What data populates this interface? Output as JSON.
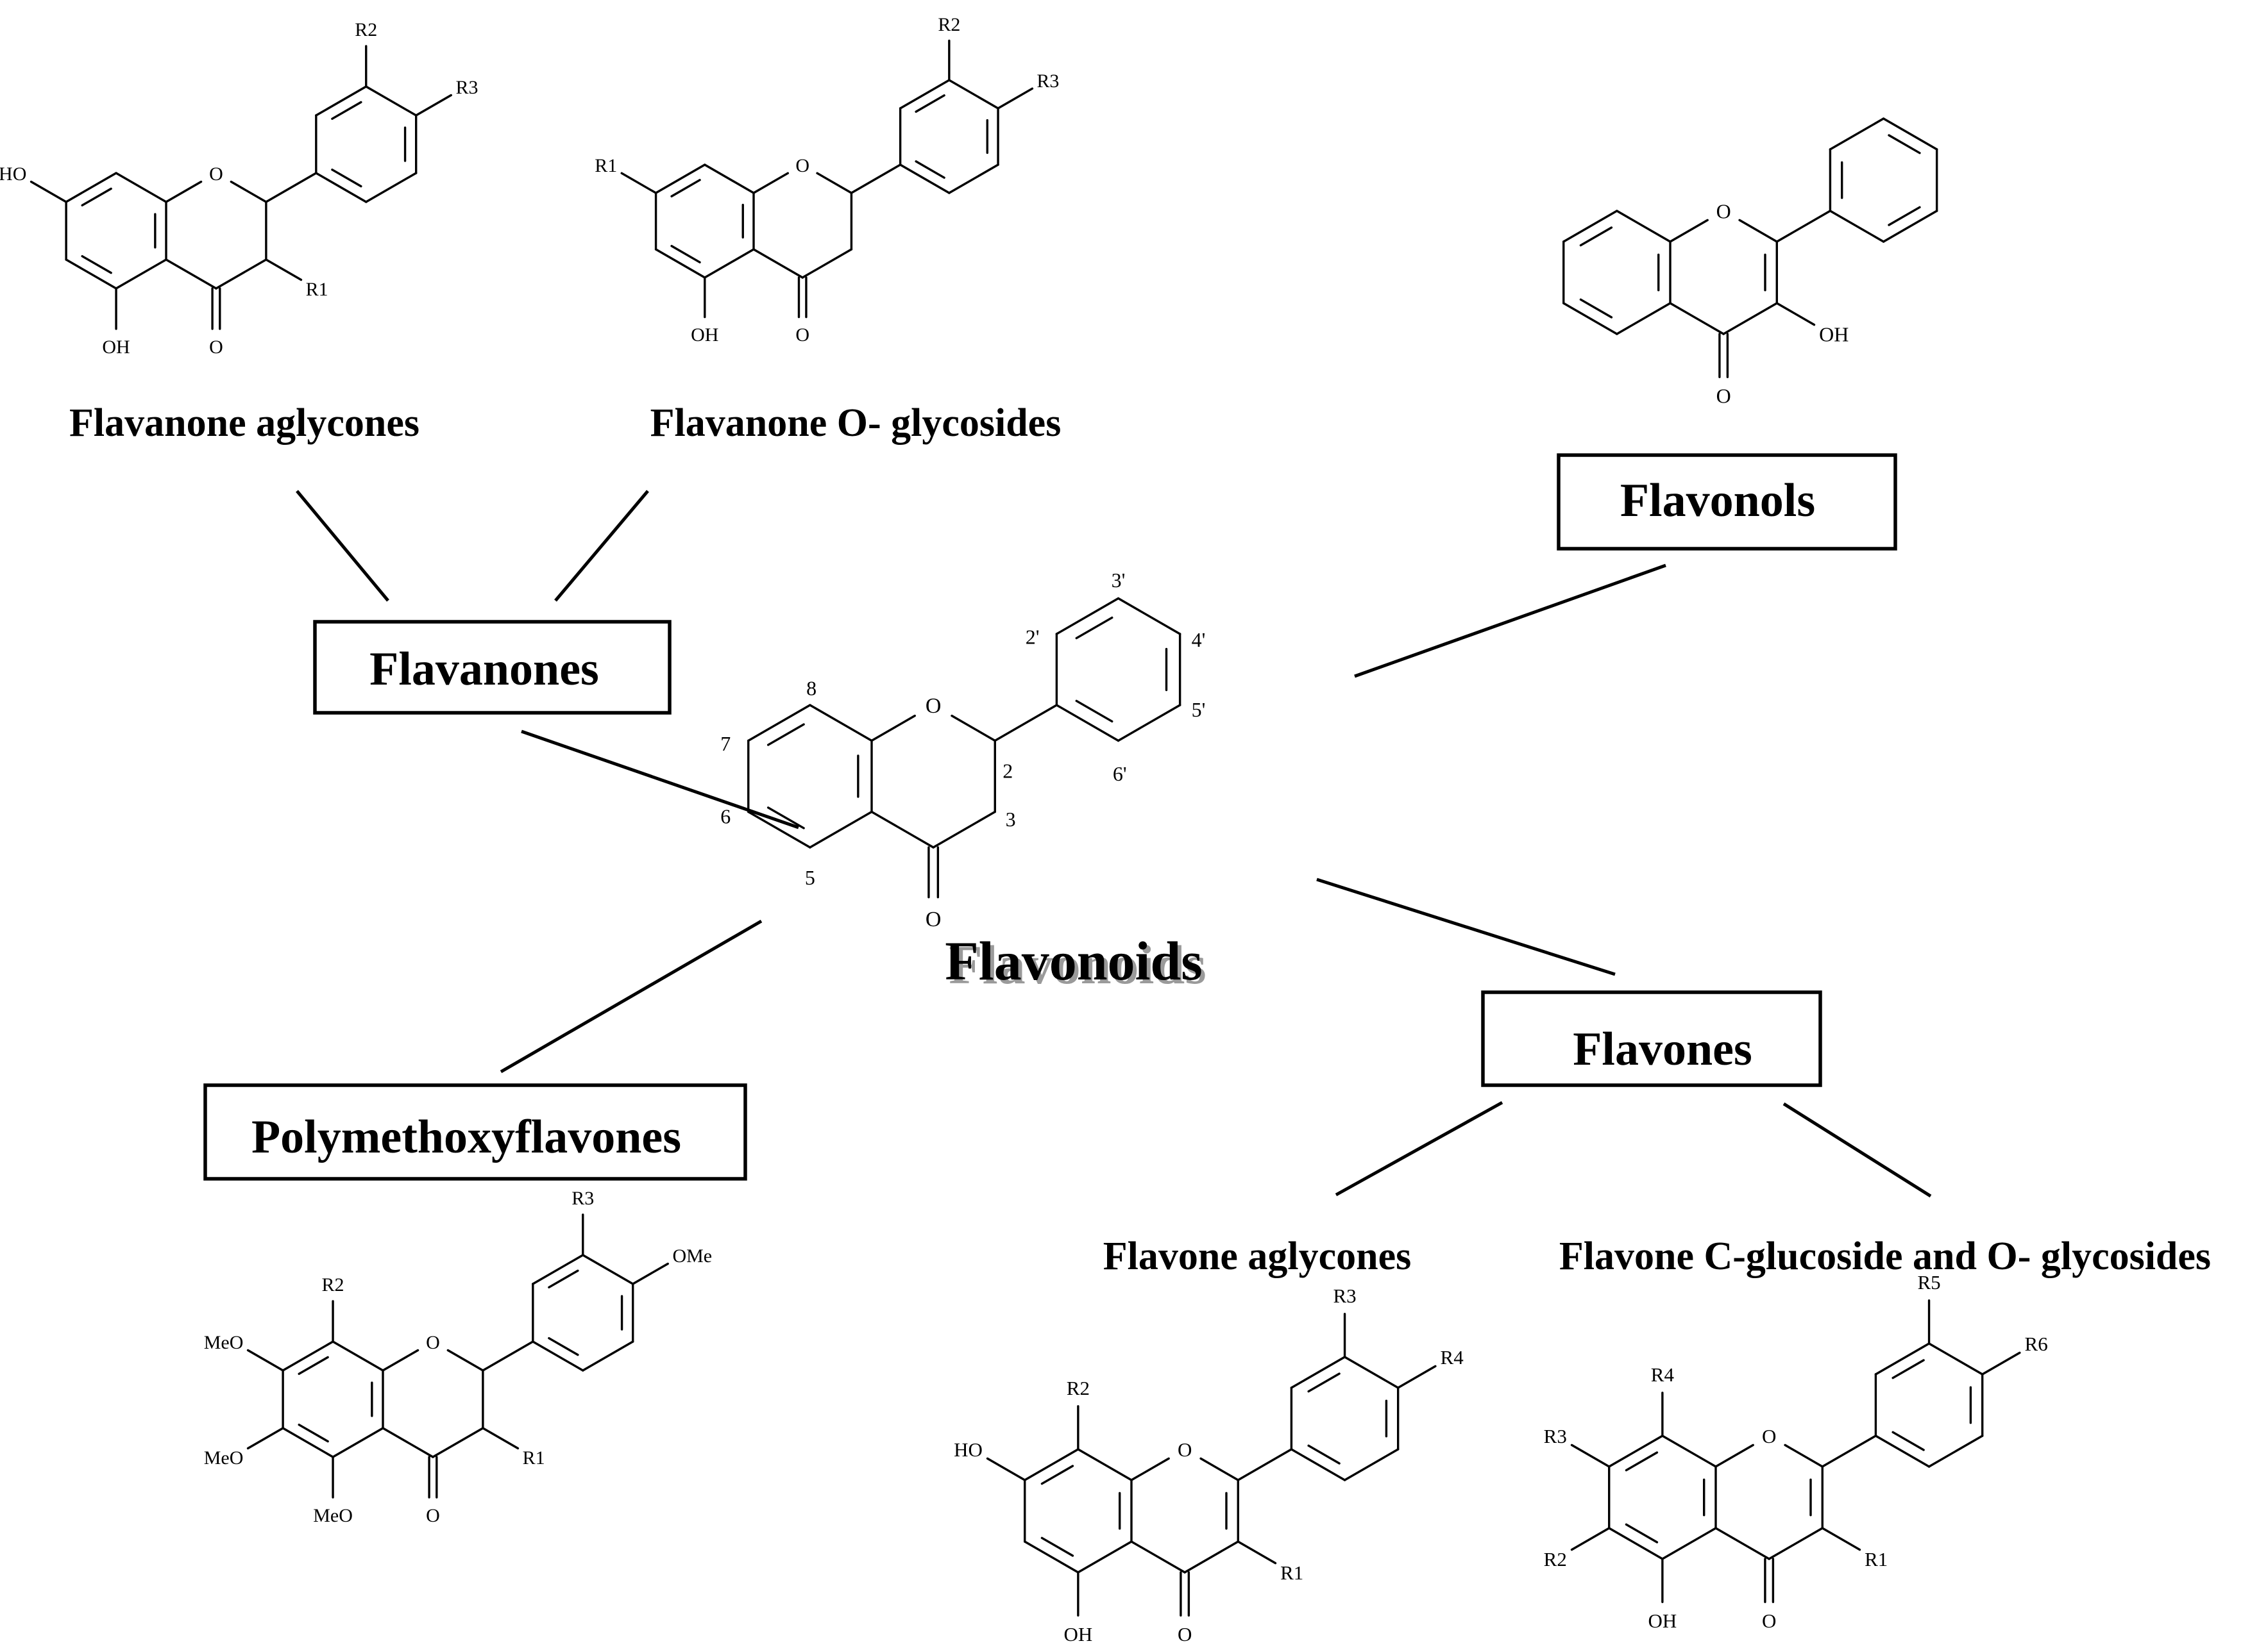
{
  "center": {
    "title": "Flavonoids",
    "atoms": {
      "o1": "O",
      "o4": "O"
    },
    "positions": [
      "2",
      "3",
      "5",
      "6",
      "7",
      "8",
      "2'",
      "3'",
      "4'",
      "5'",
      "6'"
    ]
  },
  "categories": [
    {
      "key": "flavanones",
      "label": "Flavanones"
    },
    {
      "key": "flavonols",
      "label": "Flavonols"
    },
    {
      "key": "flavones",
      "label": "Flavones"
    },
    {
      "key": "pmf",
      "label": "Polymethoxyflavones"
    }
  ],
  "subgroups": {
    "flavanone_aglycones": {
      "label": "Flavanone aglycones",
      "atoms": {
        "o1": "O",
        "o4": "O",
        "r7": "HO",
        "r5": "OH",
        "r3": "R1",
        "r3p": "R2",
        "r4p": "R3"
      }
    },
    "flavanone_glycosides": {
      "label": "Flavanone O- glycosides",
      "atoms": {
        "o1": "O",
        "o4": "O",
        "r7": "R1",
        "r5": "OH",
        "r3p": "R2",
        "r4p": "R3"
      }
    },
    "flavonol": {
      "atoms": {
        "o1": "O",
        "o4": "O",
        "r3": "OH"
      }
    },
    "pmf": {
      "atoms": {
        "o1": "O",
        "o4": "O",
        "r8": "R2",
        "r7": "MeO",
        "r6": "MeO",
        "r5": "MeO",
        "r3": "R1",
        "r3p": "R3",
        "r4p": "OMe"
      }
    },
    "flavone_aglycones": {
      "label": "Flavone aglycones",
      "atoms": {
        "o1": "O",
        "o4": "O",
        "r8": "R2",
        "r7": "HO",
        "r5": "OH",
        "r3": "R1",
        "r3p": "R3",
        "r4p": "R4"
      }
    },
    "flavone_glycosides": {
      "label": "Flavone C-glucoside and O- glycosides",
      "atoms": {
        "o1": "O",
        "o4": "O",
        "r8": "R4",
        "r7": "R3",
        "r6": "R2",
        "r5": "OH",
        "r3": "R1",
        "r3p": "R5",
        "r4p": "R6"
      }
    }
  }
}
